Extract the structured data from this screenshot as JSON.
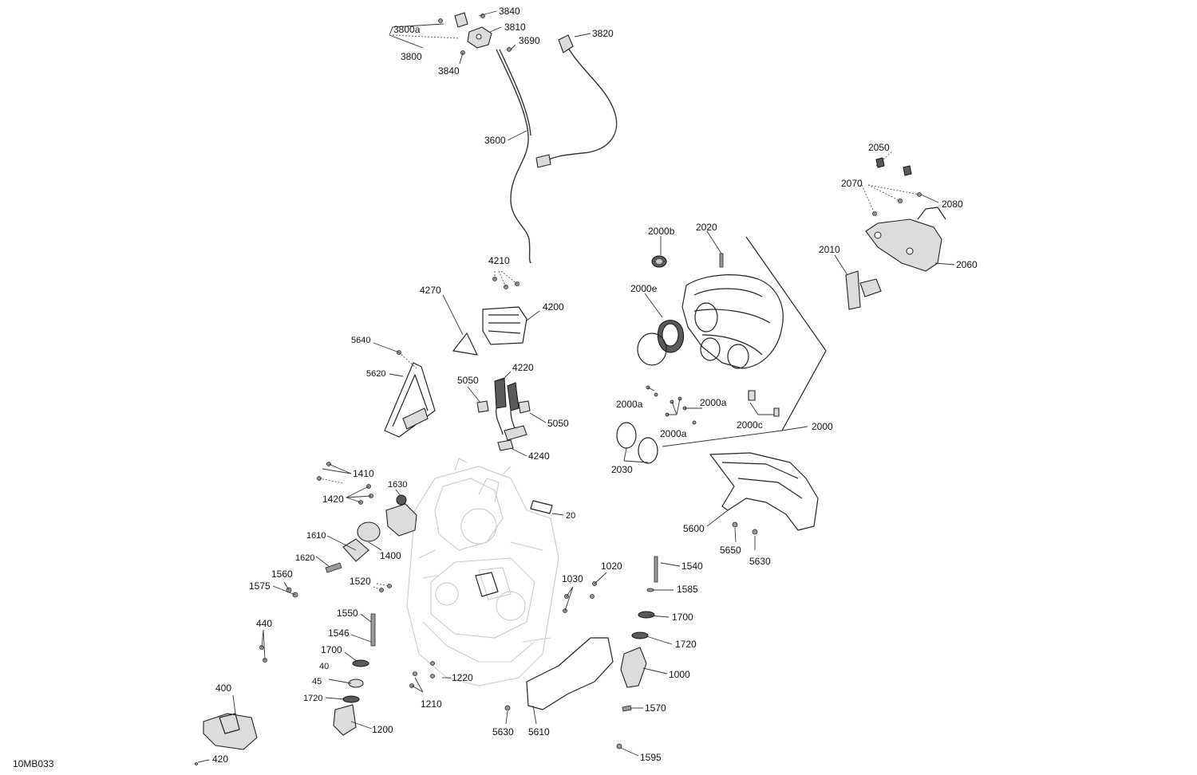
{
  "diagram_code": "10MB033",
  "callouts": [
    {
      "id": "c3840a",
      "text": "3840"
    },
    {
      "id": "c3800a",
      "text": "3800a"
    },
    {
      "id": "c3810",
      "text": "3810"
    },
    {
      "id": "c3690",
      "text": "3690"
    },
    {
      "id": "c3820",
      "text": "3820"
    },
    {
      "id": "c3800",
      "text": "3800"
    },
    {
      "id": "c3840b",
      "text": "3840"
    },
    {
      "id": "c3600",
      "text": "3600"
    },
    {
      "id": "c2050",
      "text": "2050"
    },
    {
      "id": "c2070",
      "text": "2070"
    },
    {
      "id": "c2080",
      "text": "2080"
    },
    {
      "id": "c2000b",
      "text": "2000b"
    },
    {
      "id": "c2020",
      "text": "2020"
    },
    {
      "id": "c2010",
      "text": "2010"
    },
    {
      "id": "c2060",
      "text": "2060"
    },
    {
      "id": "c4210",
      "text": "4210"
    },
    {
      "id": "c2000e",
      "text": "2000e"
    },
    {
      "id": "c4270",
      "text": "4270"
    },
    {
      "id": "c4200",
      "text": "4200"
    },
    {
      "id": "c5640",
      "text": "5640"
    },
    {
      "id": "c5620",
      "text": "5620"
    },
    {
      "id": "c4220",
      "text": "4220"
    },
    {
      "id": "c5050a",
      "text": "5050"
    },
    {
      "id": "c5050b",
      "text": "5050"
    },
    {
      "id": "c2000a1",
      "text": "2000a"
    },
    {
      "id": "c2000a2",
      "text": "2000a"
    },
    {
      "id": "c2000c",
      "text": "2000c"
    },
    {
      "id": "c2000",
      "text": "2000"
    },
    {
      "id": "c2000a3",
      "text": "2000a"
    },
    {
      "id": "c4240",
      "text": "4240"
    },
    {
      "id": "c2030",
      "text": "2030"
    },
    {
      "id": "c1410",
      "text": "1410"
    },
    {
      "id": "c1630",
      "text": "1630"
    },
    {
      "id": "c1420",
      "text": "1420"
    },
    {
      "id": "c20",
      "text": "20"
    },
    {
      "id": "c5600",
      "text": "5600"
    },
    {
      "id": "c1610",
      "text": "1610"
    },
    {
      "id": "c1400",
      "text": "1400"
    },
    {
      "id": "c5650",
      "text": "5650"
    },
    {
      "id": "c1620",
      "text": "1620"
    },
    {
      "id": "c5630a",
      "text": "5630"
    },
    {
      "id": "c1020",
      "text": "1020"
    },
    {
      "id": "c1540",
      "text": "1540"
    },
    {
      "id": "c1560",
      "text": "1560"
    },
    {
      "id": "c1575",
      "text": "1575"
    },
    {
      "id": "c1520",
      "text": "1520"
    },
    {
      "id": "c1030",
      "text": "1030"
    },
    {
      "id": "c1585",
      "text": "1585"
    },
    {
      "id": "c1550",
      "text": "1550"
    },
    {
      "id": "c1700a",
      "text": "1700"
    },
    {
      "id": "c440",
      "text": "440"
    },
    {
      "id": "c1546",
      "text": "1546"
    },
    {
      "id": "c1720a",
      "text": "1720"
    },
    {
      "id": "c1700b",
      "text": "1700"
    },
    {
      "id": "c40",
      "text": "40"
    },
    {
      "id": "c1000",
      "text": "1000"
    },
    {
      "id": "c1220",
      "text": "1220"
    },
    {
      "id": "c45",
      "text": "45"
    },
    {
      "id": "c400",
      "text": "400"
    },
    {
      "id": "c1720b",
      "text": "1720"
    },
    {
      "id": "c1210",
      "text": "1210"
    },
    {
      "id": "c1570",
      "text": "1570"
    },
    {
      "id": "c1200",
      "text": "1200"
    },
    {
      "id": "c5630b",
      "text": "5630"
    },
    {
      "id": "c5610",
      "text": "5610"
    },
    {
      "id": "c1595",
      "text": "1595"
    },
    {
      "id": "c420",
      "text": "420"
    }
  ]
}
